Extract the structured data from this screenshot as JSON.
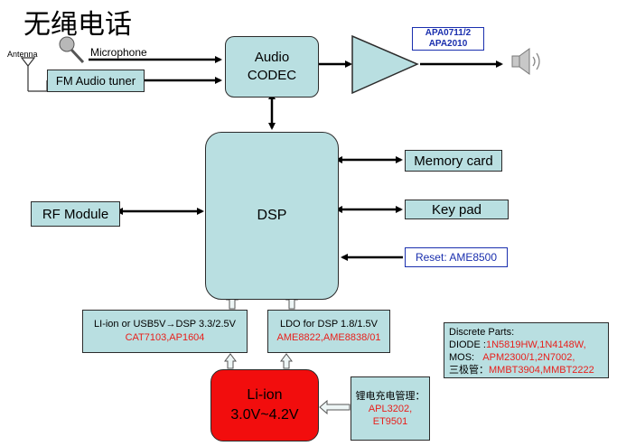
{
  "title": "无绳电话",
  "labels": {
    "antenna": "Antenna",
    "microphone": "Microphone"
  },
  "blocks": {
    "fm_tuner": "FM Audio tuner",
    "audio_codec_line1": "Audio",
    "audio_codec_line2": "CODEC",
    "amp_part_line1": "APA0711/2",
    "amp_part_line2": "APA2010",
    "dsp": "DSP",
    "memory_card": "Memory card",
    "rf_module": "RF Module",
    "key_pad": "Key pad",
    "reset": "Reset: AME8500",
    "ldo_left_line1": "LI-ion or USB5V→DSP 3.3/2.5V",
    "ldo_left_line2": "CAT7103,AP1604",
    "ldo_right_line1": "LDO for DSP 1.8/1.5V",
    "ldo_right_line2": "AME8822,AME8838/01",
    "battery_line1": "Li-ion",
    "battery_line2": "3.0V~4.2V",
    "charger_line1": "锂电充电管理：",
    "charger_line2": "APL3202,",
    "charger_line3": "ET9501"
  },
  "discrete_parts": {
    "heading": "Discrete Parts:",
    "diode_label": "DIODE :",
    "diode_parts": "1N5819HW,1N4148W,",
    "mos_label": "MOS:",
    "mos_parts": "APM2300/1,2N7002,",
    "triode_label": "三极管：",
    "triode_parts": "MMBT3904,MMBT2222"
  },
  "icons": [
    "antenna-icon",
    "microphone-icon",
    "amplifier-triangle",
    "speaker-icon"
  ]
}
